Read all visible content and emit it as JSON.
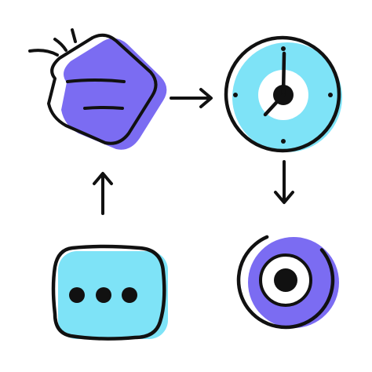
{
  "diagram": {
    "nodes": [
      {
        "id": "decision",
        "icon": "diamond-icon"
      },
      {
        "id": "timer",
        "icon": "clock-icon"
      },
      {
        "id": "target",
        "icon": "target-icon"
      },
      {
        "id": "waiting",
        "icon": "ellipsis-icon"
      }
    ],
    "edges": [
      {
        "from": "decision",
        "to": "timer",
        "direction": "right"
      },
      {
        "from": "timer",
        "to": "target",
        "direction": "down"
      },
      {
        "from": "waiting",
        "to": "decision",
        "direction": "up"
      }
    ]
  },
  "colors": {
    "stroke": "#111111",
    "cyan": "#7ee3f7",
    "purple": "#7b6cf2",
    "white": "#ffffff"
  }
}
